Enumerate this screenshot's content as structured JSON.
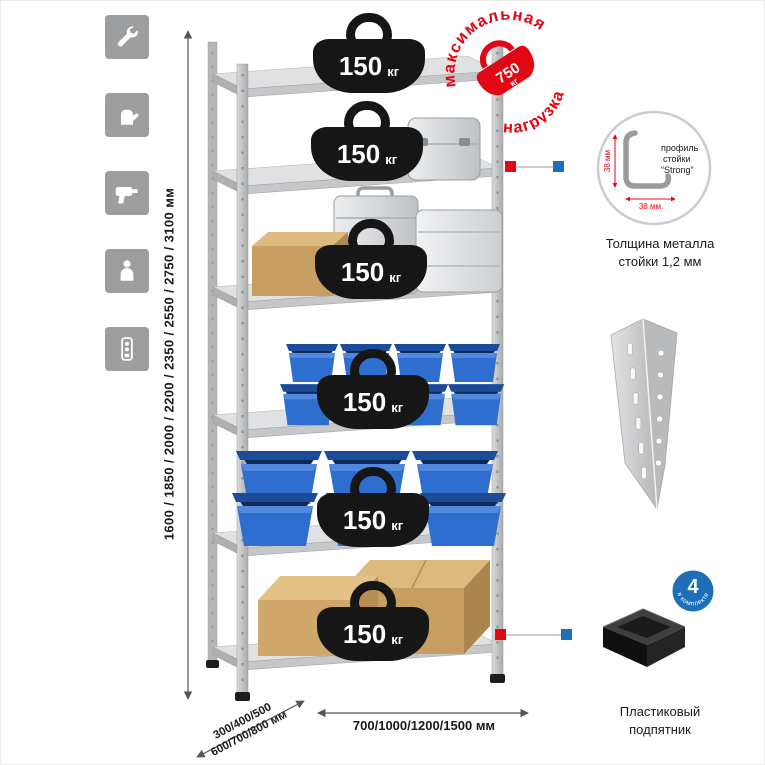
{
  "colors": {
    "accent_red": "#e30613",
    "accent_blue": "#1e6fb8",
    "bin_blue": "#2e6ecf",
    "metal_gray": "#c6c7c9",
    "icon_gray": "#9d9e9f"
  },
  "side_icons": [
    "wrench-icon",
    "glove-icon",
    "drill-icon",
    "person-icon",
    "power-strip-icon"
  ],
  "dimensions": {
    "height": "1600 / 1850 / 2000 / 2200 / 2350 / 2550 / 2750 / 3100 мм",
    "width": "700/1000/1200/1500 мм",
    "depth_line1": "300/400/500",
    "depth_line2": "600/700/800 мм"
  },
  "shelf_load": {
    "value": "150",
    "unit": "кг"
  },
  "max_load": {
    "arc_top": "максимальная",
    "arc_bottom": "нагрузка",
    "value": "750",
    "unit": "кг"
  },
  "profile_detail": {
    "line1": "профиль",
    "line2": "стойки",
    "line3": "“Strong”",
    "dim_vertical": "38 мм",
    "dim_horizontal": "38 мм.",
    "caption_line1": "Толщина металла",
    "caption_line2": "стойки 1,2 мм"
  },
  "foot_detail": {
    "badge_number": "4",
    "badge_text": "в комплекте",
    "caption_line1": "Пластиковый",
    "caption_line2": "подпятник"
  }
}
